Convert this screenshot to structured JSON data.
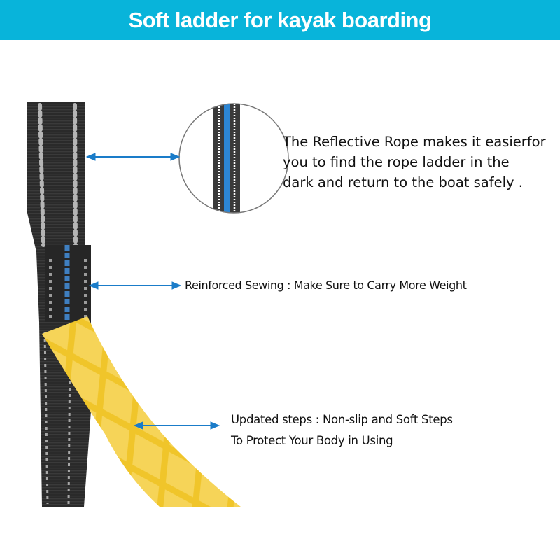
{
  "header": {
    "title": "Soft ladder for kayak boarding",
    "background_color": "#08b4da"
  },
  "callouts": {
    "reflective": {
      "lines": [
        "The Reflective Rope makes it easierfor",
        "you to find the rope ladder in the",
        "dark and return to the boat safely ."
      ]
    },
    "sewing": {
      "text": "Reinforced Sewing : Make Sure to Carry More Weight"
    },
    "steps": {
      "lines": [
        "Updated steps : Non-slip and Soft Steps",
        "To Protect Your Body in Using"
      ]
    }
  },
  "colors": {
    "arrow": "#1a7cc9",
    "strap": "#2b2b2b",
    "reflective_stitch": "#b9b9b9",
    "blue_stripe": "#3f7fc0",
    "step_yellow": "#f5d04a"
  }
}
